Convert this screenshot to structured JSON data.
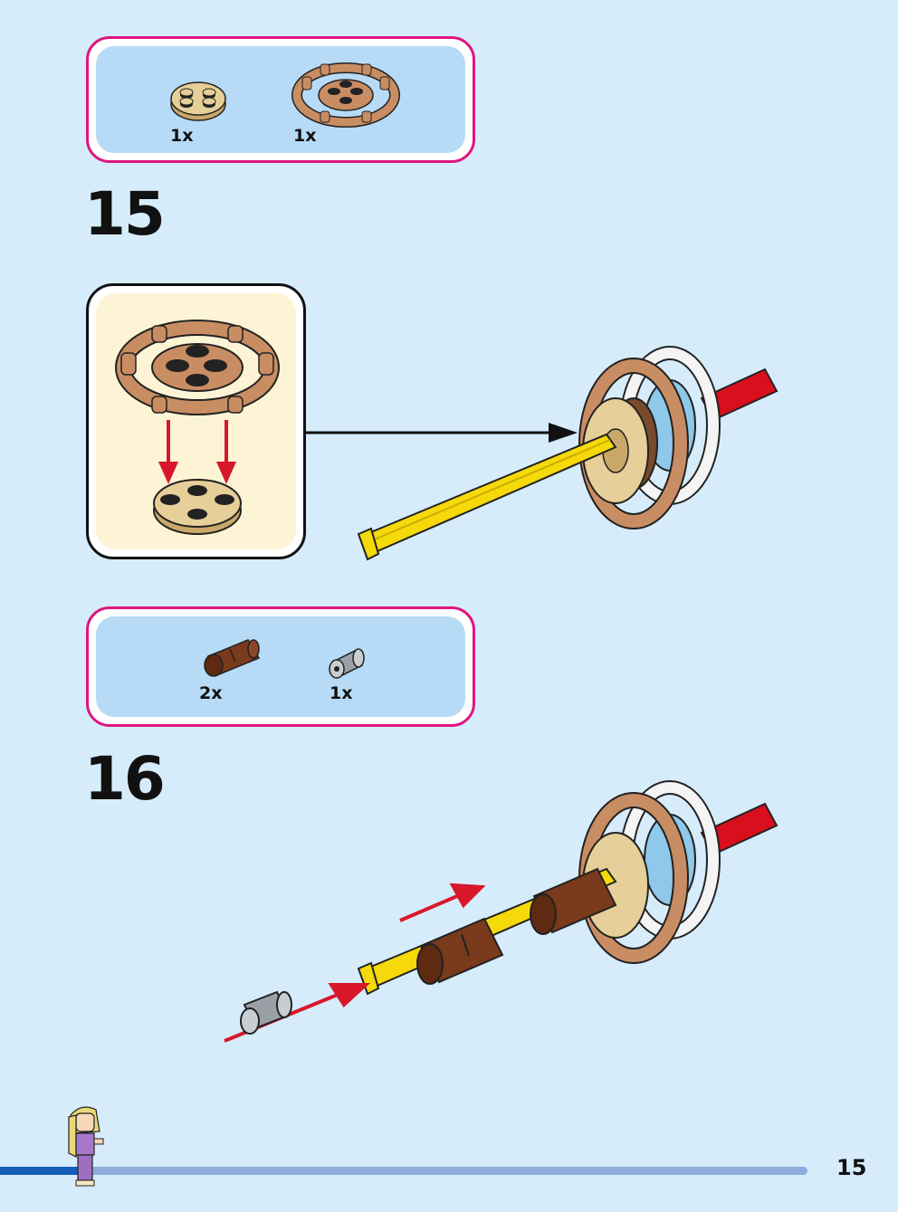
{
  "steps": [
    {
      "number": "15",
      "parts": [
        {
          "name": "tan round plate 2x2",
          "qty": "1x"
        },
        {
          "name": "medium nougat wheel frame",
          "qty": "1x"
        }
      ]
    },
    {
      "number": "16",
      "parts": [
        {
          "name": "reddish brown technic bush",
          "qty": "2x"
        },
        {
          "name": "light gray technic bush",
          "qty": "1x"
        }
      ]
    }
  ],
  "page_number": "15",
  "colors": {
    "page_bg": "#d6ecfb",
    "parts_box_border": "#e0157f",
    "parts_box_bg": "#b7dbf6",
    "callout_bg": "#fdf4d6",
    "arrow_red": "#d7182a",
    "axle_yellow": "#f5d90a",
    "progress_bar": "#8daedf",
    "progress_bar_done": "#1460b8"
  },
  "progress": 0.1
}
